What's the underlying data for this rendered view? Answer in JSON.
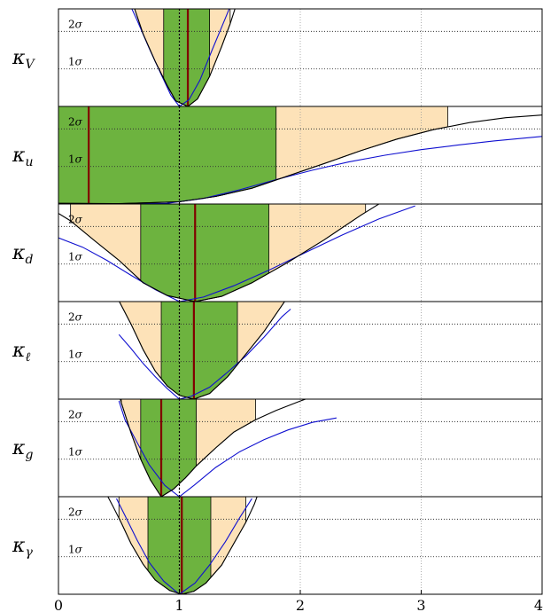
{
  "chart_data": {
    "type": "area",
    "title": "",
    "xlabel": "",
    "xlim": [
      0,
      4
    ],
    "xticks": [
      "0",
      "1",
      "2",
      "3",
      "4"
    ],
    "grid": true,
    "reference_x": 1,
    "sigma_labels": [
      {
        "num": "1",
        "sym": "σ",
        "y": 1
      },
      {
        "num": "2",
        "sym": "σ",
        "y": 2
      }
    ],
    "colors": {
      "band_1sigma": "#6db33f",
      "band_2sigma": "#fde2b8",
      "best_fit": "#800000",
      "expected": "#1010d0",
      "observed": "#000000"
    },
    "panels": [
      {
        "name": "kappa-V",
        "label": {
          "base": "κ",
          "sub": "V"
        },
        "ylim": [
          0,
          2.6
        ],
        "best": 1.07,
        "band1": [
          0.87,
          1.25
        ],
        "band2": [
          0.63,
          1.42
        ],
        "observed": [
          [
            0.55,
            3.2
          ],
          [
            0.63,
            2.6
          ],
          [
            0.7,
            1.93
          ],
          [
            0.8,
            1.2
          ],
          [
            0.9,
            0.55
          ],
          [
            0.97,
            0.15
          ],
          [
            1.07,
            0
          ],
          [
            1.15,
            0.2
          ],
          [
            1.25,
            0.8
          ],
          [
            1.35,
            1.6
          ],
          [
            1.42,
            2.2
          ],
          [
            1.48,
            2.8
          ]
        ],
        "expected": [
          [
            0.55,
            3.0
          ],
          [
            0.65,
            2.3
          ],
          [
            0.75,
            1.55
          ],
          [
            0.85,
            0.85
          ],
          [
            0.93,
            0.3
          ],
          [
            1.0,
            0
          ],
          [
            1.08,
            0.18
          ],
          [
            1.17,
            0.7
          ],
          [
            1.27,
            1.5
          ],
          [
            1.38,
            2.35
          ],
          [
            1.45,
            2.9
          ]
        ]
      },
      {
        "name": "kappa-u",
        "label": {
          "base": "κ",
          "sub": "u"
        },
        "ylim": [
          0,
          2.6
        ],
        "best": 0.25,
        "band1": [
          0,
          1.8
        ],
        "band2": [
          0,
          3.22
        ],
        "observed": [
          [
            0.0,
            0.02
          ],
          [
            0.5,
            0.01
          ],
          [
            1.0,
            0.06
          ],
          [
            1.3,
            0.2
          ],
          [
            1.6,
            0.42
          ],
          [
            1.9,
            0.75
          ],
          [
            2.2,
            1.08
          ],
          [
            2.5,
            1.42
          ],
          [
            2.8,
            1.73
          ],
          [
            3.1,
            1.98
          ],
          [
            3.4,
            2.17
          ],
          [
            3.7,
            2.3
          ],
          [
            4.0,
            2.37
          ]
        ],
        "expected": [
          [
            0.0,
            0.0
          ],
          [
            0.5,
            0.0
          ],
          [
            0.9,
            0.02
          ],
          [
            1.2,
            0.15
          ],
          [
            1.5,
            0.38
          ],
          [
            1.8,
            0.65
          ],
          [
            2.1,
            0.9
          ],
          [
            2.4,
            1.12
          ],
          [
            2.7,
            1.3
          ],
          [
            3.0,
            1.45
          ],
          [
            3.3,
            1.57
          ],
          [
            3.6,
            1.68
          ],
          [
            4.0,
            1.8
          ]
        ]
      },
      {
        "name": "kappa-d",
        "label": {
          "base": "κ",
          "sub": "d"
        },
        "ylim": [
          0,
          2.6
        ],
        "best": 1.13,
        "band1": [
          0.68,
          1.74
        ],
        "band2": [
          0.1,
          2.54
        ],
        "observed": [
          [
            0.0,
            2.35
          ],
          [
            0.1,
            2.15
          ],
          [
            0.3,
            1.62
          ],
          [
            0.5,
            1.1
          ],
          [
            0.7,
            0.5
          ],
          [
            0.9,
            0.16
          ],
          [
            1.13,
            0
          ],
          [
            1.35,
            0.14
          ],
          [
            1.6,
            0.5
          ],
          [
            1.9,
            1.05
          ],
          [
            2.2,
            1.65
          ],
          [
            2.5,
            2.3
          ],
          [
            2.8,
            2.9
          ]
        ],
        "expected": [
          [
            0.0,
            1.7
          ],
          [
            0.2,
            1.45
          ],
          [
            0.4,
            1.1
          ],
          [
            0.6,
            0.7
          ],
          [
            0.8,
            0.32
          ],
          [
            1.0,
            0
          ],
          [
            1.2,
            0.12
          ],
          [
            1.45,
            0.42
          ],
          [
            1.75,
            0.85
          ],
          [
            2.05,
            1.32
          ],
          [
            2.35,
            1.78
          ],
          [
            2.65,
            2.2
          ],
          [
            2.95,
            2.55
          ]
        ]
      },
      {
        "name": "kappa-l",
        "label": {
          "base": "κ",
          "sub": "ℓ"
        },
        "ylim": [
          0,
          2.6
        ],
        "best": 1.12,
        "band1": [
          0.85,
          1.48
        ],
        "band2": [
          0.5,
          1.87
        ],
        "observed": [
          [
            0.43,
            3.1
          ],
          [
            0.5,
            2.62
          ],
          [
            0.6,
            2.0
          ],
          [
            0.7,
            1.32
          ],
          [
            0.8,
            0.75
          ],
          [
            0.9,
            0.35
          ],
          [
            1.0,
            0.1
          ],
          [
            1.12,
            0
          ],
          [
            1.25,
            0.15
          ],
          [
            1.4,
            0.6
          ],
          [
            1.55,
            1.2
          ],
          [
            1.7,
            1.8
          ],
          [
            1.87,
            2.6
          ],
          [
            1.95,
            3.0
          ]
        ],
        "expected": [
          [
            0.5,
            1.72
          ],
          [
            0.6,
            1.35
          ],
          [
            0.7,
            0.95
          ],
          [
            0.8,
            0.6
          ],
          [
            0.9,
            0.28
          ],
          [
            1.0,
            0
          ],
          [
            1.1,
            0.08
          ],
          [
            1.25,
            0.32
          ],
          [
            1.4,
            0.72
          ],
          [
            1.55,
            1.15
          ],
          [
            1.7,
            1.65
          ],
          [
            1.85,
            2.2
          ],
          [
            1.92,
            2.4
          ]
        ]
      },
      {
        "name": "kappa-g",
        "label": {
          "base": "κ",
          "sub": "g"
        },
        "ylim": [
          0,
          2.6
        ],
        "best": 0.85,
        "band1": [
          0.68,
          1.14
        ],
        "band2": [
          0.52,
          1.63
        ],
        "observed": [
          [
            0.45,
            3.0
          ],
          [
            0.5,
            2.7
          ],
          [
            0.55,
            2.2
          ],
          [
            0.6,
            1.7
          ],
          [
            0.68,
            1.0
          ],
          [
            0.76,
            0.45
          ],
          [
            0.85,
            0
          ],
          [
            0.95,
            0.2
          ],
          [
            1.05,
            0.5
          ],
          [
            1.14,
            0.82
          ],
          [
            1.3,
            1.3
          ],
          [
            1.45,
            1.72
          ],
          [
            1.63,
            2.05
          ],
          [
            1.8,
            2.3
          ],
          [
            2.0,
            2.55
          ],
          [
            2.2,
            2.78
          ]
        ],
        "expected": [
          [
            0.5,
            2.55
          ],
          [
            0.55,
            2.05
          ],
          [
            0.65,
            1.45
          ],
          [
            0.75,
            0.85
          ],
          [
            0.88,
            0.3
          ],
          [
            1.0,
            0
          ],
          [
            1.12,
            0.3
          ],
          [
            1.3,
            0.78
          ],
          [
            1.5,
            1.2
          ],
          [
            1.7,
            1.52
          ],
          [
            1.9,
            1.78
          ],
          [
            2.1,
            1.98
          ],
          [
            2.3,
            2.1
          ]
        ]
      },
      {
        "name": "kappa-gamma",
        "label": {
          "base": "κ",
          "sub": "γ"
        },
        "ylim": [
          0,
          2.6
        ],
        "best": 1.02,
        "band1": [
          0.74,
          1.26
        ],
        "band2": [
          0.5,
          1.55
        ],
        "observed": [
          [
            0.36,
            2.9
          ],
          [
            0.45,
            2.35
          ],
          [
            0.52,
            1.9
          ],
          [
            0.6,
            1.35
          ],
          [
            0.7,
            0.8
          ],
          [
            0.8,
            0.38
          ],
          [
            0.92,
            0.1
          ],
          [
            1.02,
            0
          ],
          [
            1.12,
            0.08
          ],
          [
            1.22,
            0.3
          ],
          [
            1.35,
            0.78
          ],
          [
            1.45,
            1.35
          ],
          [
            1.55,
            1.92
          ],
          [
            1.62,
            2.4
          ],
          [
            1.67,
            2.85
          ]
        ],
        "expected": [
          [
            0.48,
            2.55
          ],
          [
            0.55,
            2.1
          ],
          [
            0.65,
            1.45
          ],
          [
            0.75,
            0.85
          ],
          [
            0.87,
            0.35
          ],
          [
            1.0,
            0
          ],
          [
            1.13,
            0.3
          ],
          [
            1.25,
            0.78
          ],
          [
            1.38,
            1.4
          ],
          [
            1.5,
            2.05
          ],
          [
            1.6,
            2.55
          ]
        ]
      }
    ]
  }
}
